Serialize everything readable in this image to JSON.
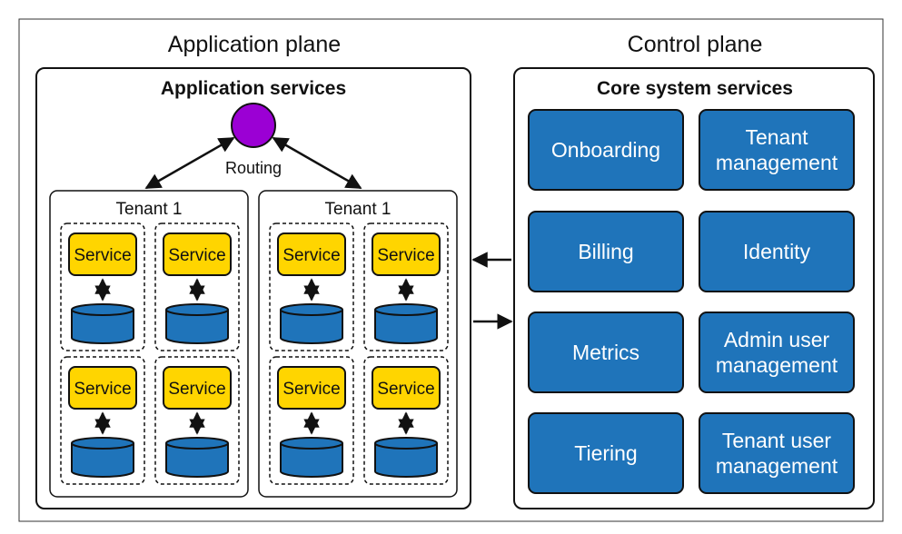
{
  "application_plane": {
    "title": "Application plane",
    "subtitle": "Application services",
    "routing": {
      "label": "Routing",
      "color": "#9B00D4"
    },
    "tenants": [
      {
        "label": "Tenant 1",
        "cells": [
          {
            "service_label": "Service"
          },
          {
            "service_label": "Service"
          },
          {
            "service_label": "Service"
          },
          {
            "service_label": "Service"
          }
        ]
      },
      {
        "label": "Tenant 1",
        "cells": [
          {
            "service_label": "Service"
          },
          {
            "service_label": "Service"
          },
          {
            "service_label": "Service"
          },
          {
            "service_label": "Service"
          }
        ]
      }
    ]
  },
  "control_plane": {
    "title": "Control plane",
    "subtitle": "Core system services",
    "services": [
      {
        "label": [
          "Onboarding"
        ]
      },
      {
        "label": [
          "Tenant",
          "management"
        ]
      },
      {
        "label": [
          "Billing"
        ]
      },
      {
        "label": [
          "Identity"
        ]
      },
      {
        "label": [
          "Metrics"
        ]
      },
      {
        "label": [
          "Admin user",
          "management"
        ]
      },
      {
        "label": [
          "Tiering"
        ]
      },
      {
        "label": [
          "Tenant user",
          "management"
        ]
      }
    ]
  },
  "colors": {
    "service_fill": "#FFD500",
    "database_fill": "#1F74BA",
    "core_service_fill": "#1F74BA",
    "routing_fill": "#9B00D4"
  }
}
